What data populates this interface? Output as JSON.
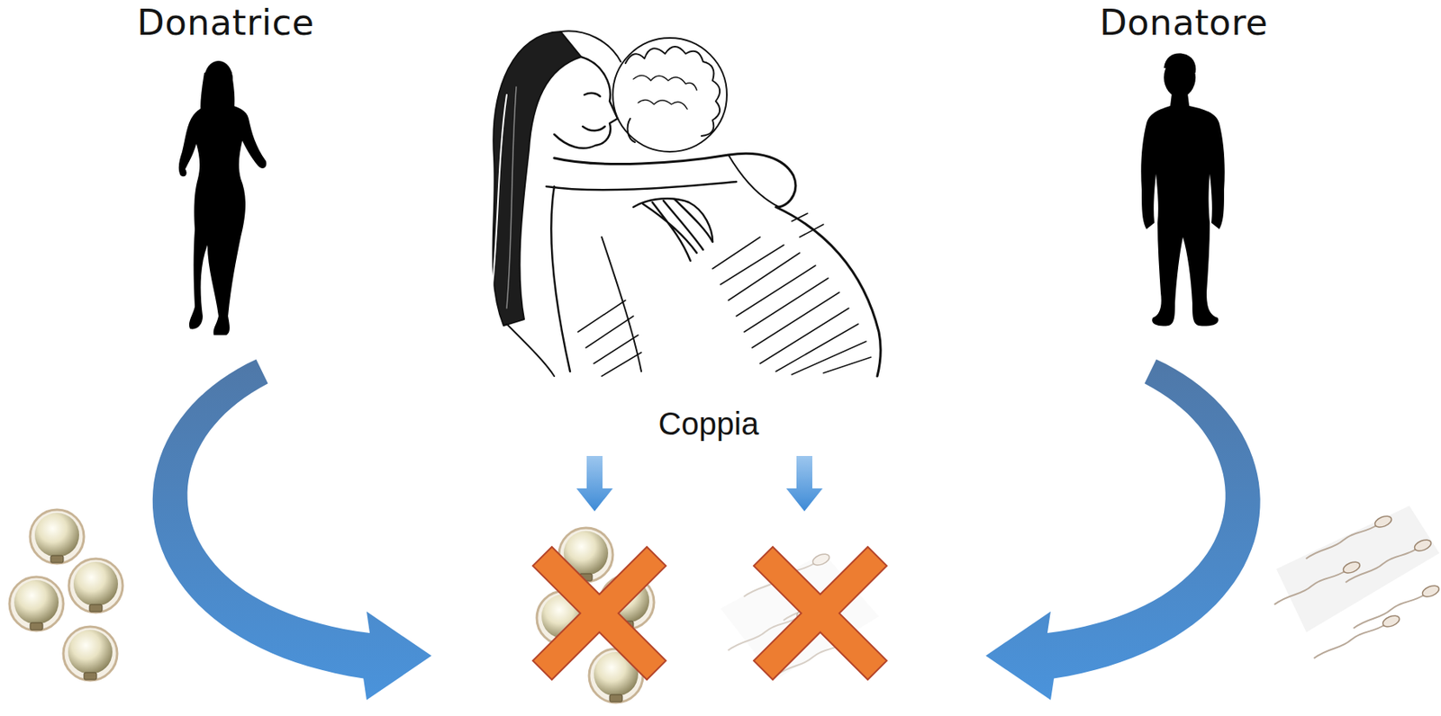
{
  "diagram": {
    "nodes": [
      {
        "text": [
          "Donatrice"
        ]
      },
      {
        "text": [
          "Coppia"
        ]
      },
      {
        "text": [
          "Donatore"
        ]
      }
    ],
    "edges": [
      {
        "from": 0,
        "to": 1,
        "arrow": "to"
      },
      {
        "from": 2,
        "to": 1,
        "arrow": "to"
      }
    ]
  }
}
